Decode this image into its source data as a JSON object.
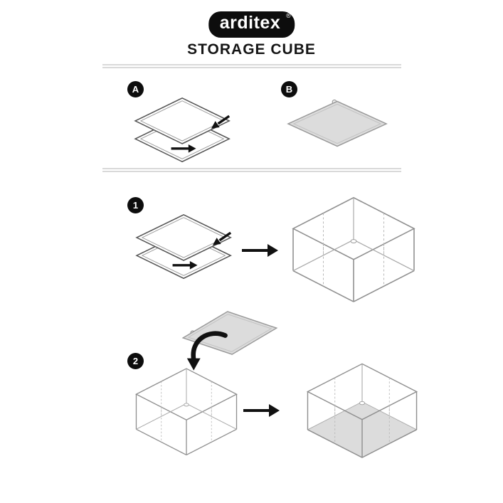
{
  "brand": {
    "logo_text": "arditex",
    "registered_mark": "®"
  },
  "title": "STORAGE CUBE",
  "steps": {
    "part_a_label": "A",
    "part_b_label": "B",
    "step_1_label": "1",
    "step_2_label": "2"
  },
  "colors": {
    "badge_bg": "#0d0d0d",
    "board_fill": "#dcdcdc",
    "outline_gray": "#8f8f8f",
    "arrow_black": "#111111"
  }
}
